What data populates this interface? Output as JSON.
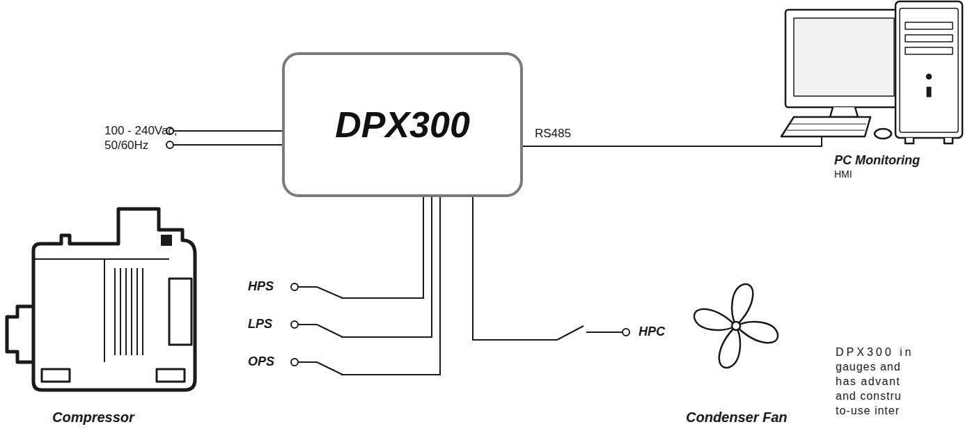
{
  "diagram": {
    "nodes": [
      {
        "text": [
          "DPX300"
        ]
      }
    ],
    "labels": [
      "100 - 240Vac,",
      "50/60Hz",
      "RS485",
      "PC Monitoring",
      "HMI",
      "HPS",
      "LPS",
      "OPS",
      "HPC",
      "Compressor",
      "Condenser Fan",
      "DPX300 in",
      "gauges and",
      "has advant",
      "and constru",
      "to-use inter"
    ]
  }
}
